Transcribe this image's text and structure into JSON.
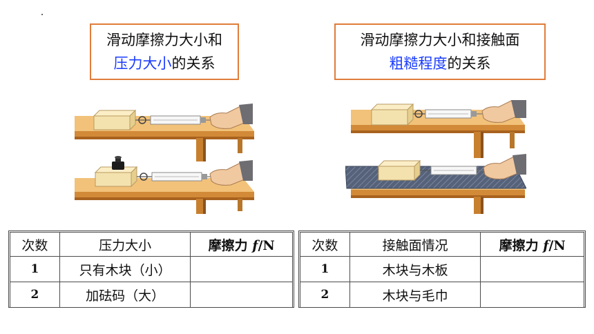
{
  "left_panel": {
    "title_line1": "滑动摩擦力大小和",
    "title_highlight": "压力大小",
    "title_suffix": "的关系",
    "table": {
      "headers": [
        "次数",
        "压力大小",
        "摩擦力",
        "f",
        "/N"
      ],
      "rows": [
        {
          "n": "1",
          "condition": "只有木块（小）",
          "force": ""
        },
        {
          "n": "2",
          "condition": "加砝码（大）",
          "force": ""
        }
      ]
    }
  },
  "right_panel": {
    "title_line1": "滑动摩擦力大小和接触面",
    "title_highlight": "粗糙程度",
    "title_suffix": "的关系",
    "table": {
      "headers": [
        "次数",
        "接触面情况",
        "摩擦力",
        "f",
        "/N"
      ],
      "rows": [
        {
          "n": "1",
          "condition": "木块与木板",
          "force": ""
        },
        {
          "n": "2",
          "condition": "木块与毛巾",
          "force": ""
        }
      ]
    }
  },
  "colors": {
    "title_border": "#e07c3a",
    "highlight_text": "#1a3cff",
    "table_top": "#f2c27a",
    "towel": "#55627a",
    "block": "#f4e2ae"
  }
}
